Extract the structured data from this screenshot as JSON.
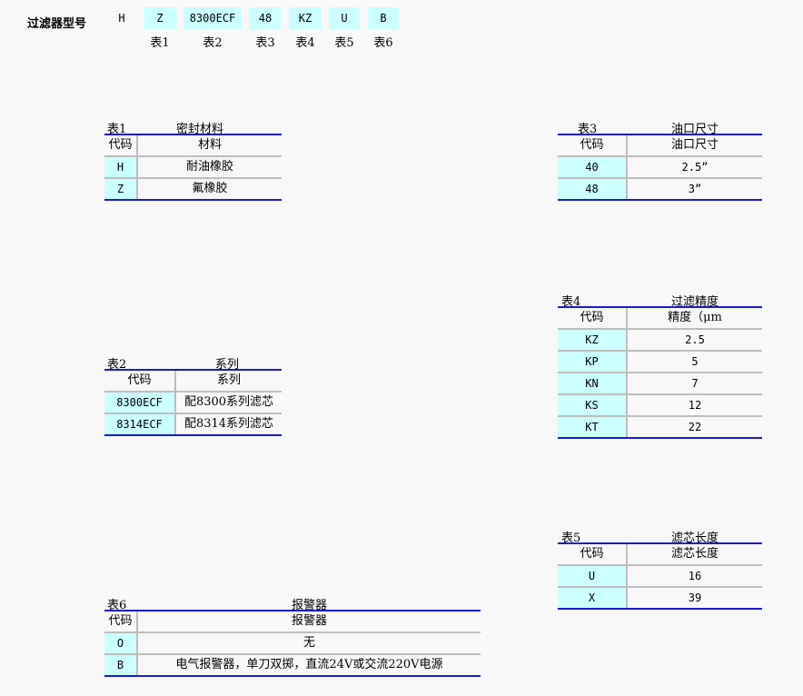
{
  "header": {
    "label": "过滤器型号",
    "codes": [
      {
        "value": "H",
        "sub": ""
      },
      {
        "value": "Z",
        "sub": "表1"
      },
      {
        "value": "8300ECF",
        "sub": "表2"
      },
      {
        "value": "48",
        "sub": "表3"
      },
      {
        "value": "KZ",
        "sub": "表4"
      },
      {
        "value": "U",
        "sub": "表5"
      },
      {
        "value": "B",
        "sub": "表6"
      }
    ]
  },
  "tables": {
    "t1": {
      "num": "表1",
      "title": "密封材料",
      "head": [
        "代码",
        "材料"
      ],
      "rows": [
        [
          "H",
          "耐油橡胶"
        ],
        [
          "Z",
          "氟橡胶"
        ]
      ]
    },
    "t2": {
      "num": "表2",
      "title": "系列",
      "head": [
        "代码",
        "系列"
      ],
      "rows": [
        [
          "8300ECF",
          "配8300系列滤芯"
        ],
        [
          "8314ECF",
          "配8314系列滤芯"
        ]
      ]
    },
    "t3": {
      "num": "表3",
      "title": "油口尺寸",
      "head": [
        "代码",
        "油口尺寸"
      ],
      "rows": [
        [
          "40",
          "2.5”"
        ],
        [
          "48",
          "3”"
        ]
      ]
    },
    "t4": {
      "num": "表4",
      "title": "过滤精度",
      "head": [
        "代码",
        "精度（μm"
      ],
      "rows": [
        [
          "KZ",
          "2.5"
        ],
        [
          "KP",
          "5"
        ],
        [
          "KN",
          "7"
        ],
        [
          "KS",
          "12"
        ],
        [
          "KT",
          "22"
        ]
      ]
    },
    "t5": {
      "num": "表5",
      "title": "滤芯长度",
      "head": [
        "代码",
        "滤芯长度"
      ],
      "rows": [
        [
          "U",
          "16"
        ],
        [
          "X",
          "39"
        ]
      ]
    },
    "t6": {
      "num": "表6",
      "title": "报警器",
      "head": [
        "代码",
        "报警器"
      ],
      "rows": [
        [
          "O",
          "无"
        ],
        [
          "B",
          "电气报警器，单刀双掷，直流24V或交流220V电源"
        ]
      ]
    }
  },
  "colors": {
    "code_bg": "#ccffff",
    "rule_blue": "#1a1acc",
    "rule_gray": "#bdbdbd"
  }
}
